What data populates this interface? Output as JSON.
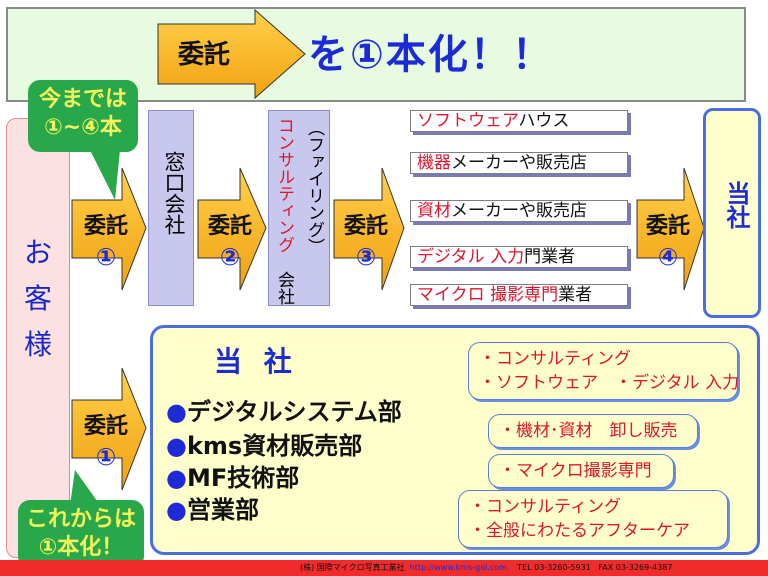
{
  "banner": {
    "arrow_label": "委託",
    "headline": "を①本化！！"
  },
  "customer": {
    "label": "お\n客\n様"
  },
  "callout_top": {
    "line1": "今までは",
    "line2": "①~④本"
  },
  "callout_bottom": {
    "line1": "これからは",
    "line2": "①本化！"
  },
  "arrows": [
    {
      "text": "委託",
      "num": "①"
    },
    {
      "text": "委託",
      "num": "②"
    },
    {
      "text": "委託",
      "num": "③"
    },
    {
      "text": "委託",
      "num": "④"
    },
    {
      "text": "委託",
      "num": "①"
    }
  ],
  "boxes": {
    "window_company": "窓口会社",
    "consulting_prefix": "（ファイリング）",
    "consulting_main": "コンサルティング",
    "consulting_suffix": "会社"
  },
  "vendors": [
    {
      "red": "ソフトウェア",
      "black": "ハウス"
    },
    {
      "red": "機器",
      "black": "メーカーや販売店"
    },
    {
      "red": "資材",
      "black": "メーカーや販売店"
    },
    {
      "red": "デジタル 入力",
      "black": "門業者"
    },
    {
      "red": "マイクロ 撮影専門",
      "black": "業者"
    }
  ],
  "tosha_right": "当社",
  "panel": {
    "title": "当 社",
    "departments": [
      {
        "bullet": "●",
        "name": "デジタルシステム部"
      },
      {
        "bullet": "●",
        "name": "kms資材販売部"
      },
      {
        "bullet": "●",
        "name": "MF技術部"
      },
      {
        "bullet": "●",
        "name": "営業部"
      }
    ],
    "services": [
      {
        "line1": "・コンサルティング",
        "line2": "・ソフトウェア　・デジタル 入力"
      },
      {
        "line1": "・機材･資材　卸し販売",
        "line2": ""
      },
      {
        "line1": "・マイクロ撮影専門",
        "line2": ""
      },
      {
        "line1": "・コンサルティング",
        "line2": "・全般にわたるアフターケア"
      }
    ]
  },
  "footer": {
    "company": "(株) 国際マイクロ写真工業社",
    "url": "http://www.kms-gol.com.",
    "tel": "TEL 03-3260-5931",
    "fax": "FAX 03-3269-4387"
  },
  "colors": {
    "accent_blue": "#1d2bd6",
    "arrow_orange": "#f7b21b",
    "red": "#e0142c",
    "green": "#28a84a"
  }
}
